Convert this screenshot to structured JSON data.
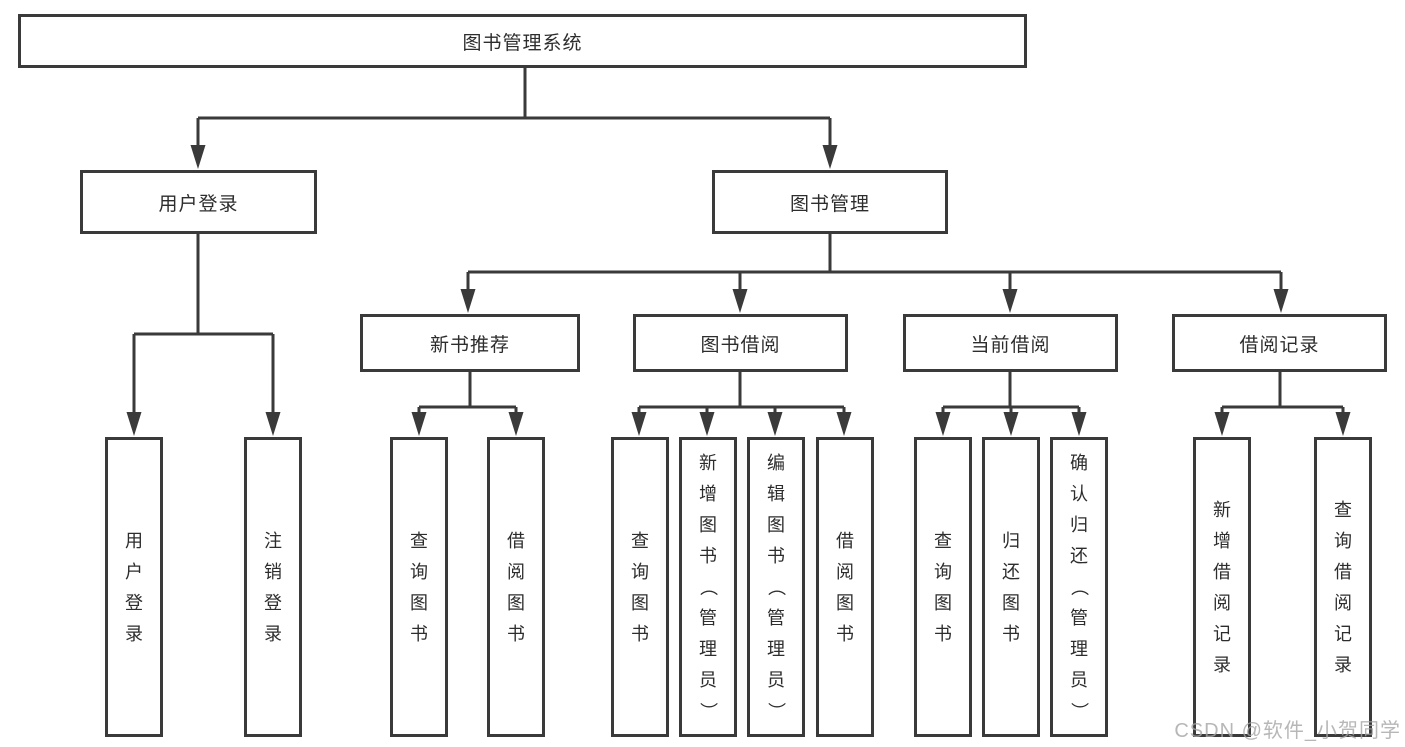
{
  "tree": {
    "label": "图书管理系统",
    "children": [
      {
        "label": "用户登录",
        "children": [
          {
            "label": "用户登录"
          },
          {
            "label": "注销登录"
          }
        ]
      },
      {
        "label": "图书管理",
        "children": [
          {
            "label": "新书推荐",
            "children": [
              {
                "label": "查询图书"
              },
              {
                "label": "借阅图书"
              }
            ]
          },
          {
            "label": "图书借阅",
            "children": [
              {
                "label": "查询图书"
              },
              {
                "label": "新增图书（管理员）"
              },
              {
                "label": "编辑图书（管理员）"
              },
              {
                "label": "借阅图书"
              }
            ]
          },
          {
            "label": "当前借阅",
            "children": [
              {
                "label": "查询图书"
              },
              {
                "label": "归还图书"
              },
              {
                "label": "确认归还（管理员）"
              }
            ]
          },
          {
            "label": "借阅记录",
            "children": [
              {
                "label": "新增借阅记录"
              },
              {
                "label": "查询借阅记录"
              }
            ]
          }
        ]
      }
    ]
  },
  "watermark": {
    "text": "CSDN @软件_小贺同学"
  },
  "colors": {
    "line": "#3a3a3a",
    "text": "#2d2d2d",
    "watermark": "rgba(165,165,165,0.8)"
  }
}
